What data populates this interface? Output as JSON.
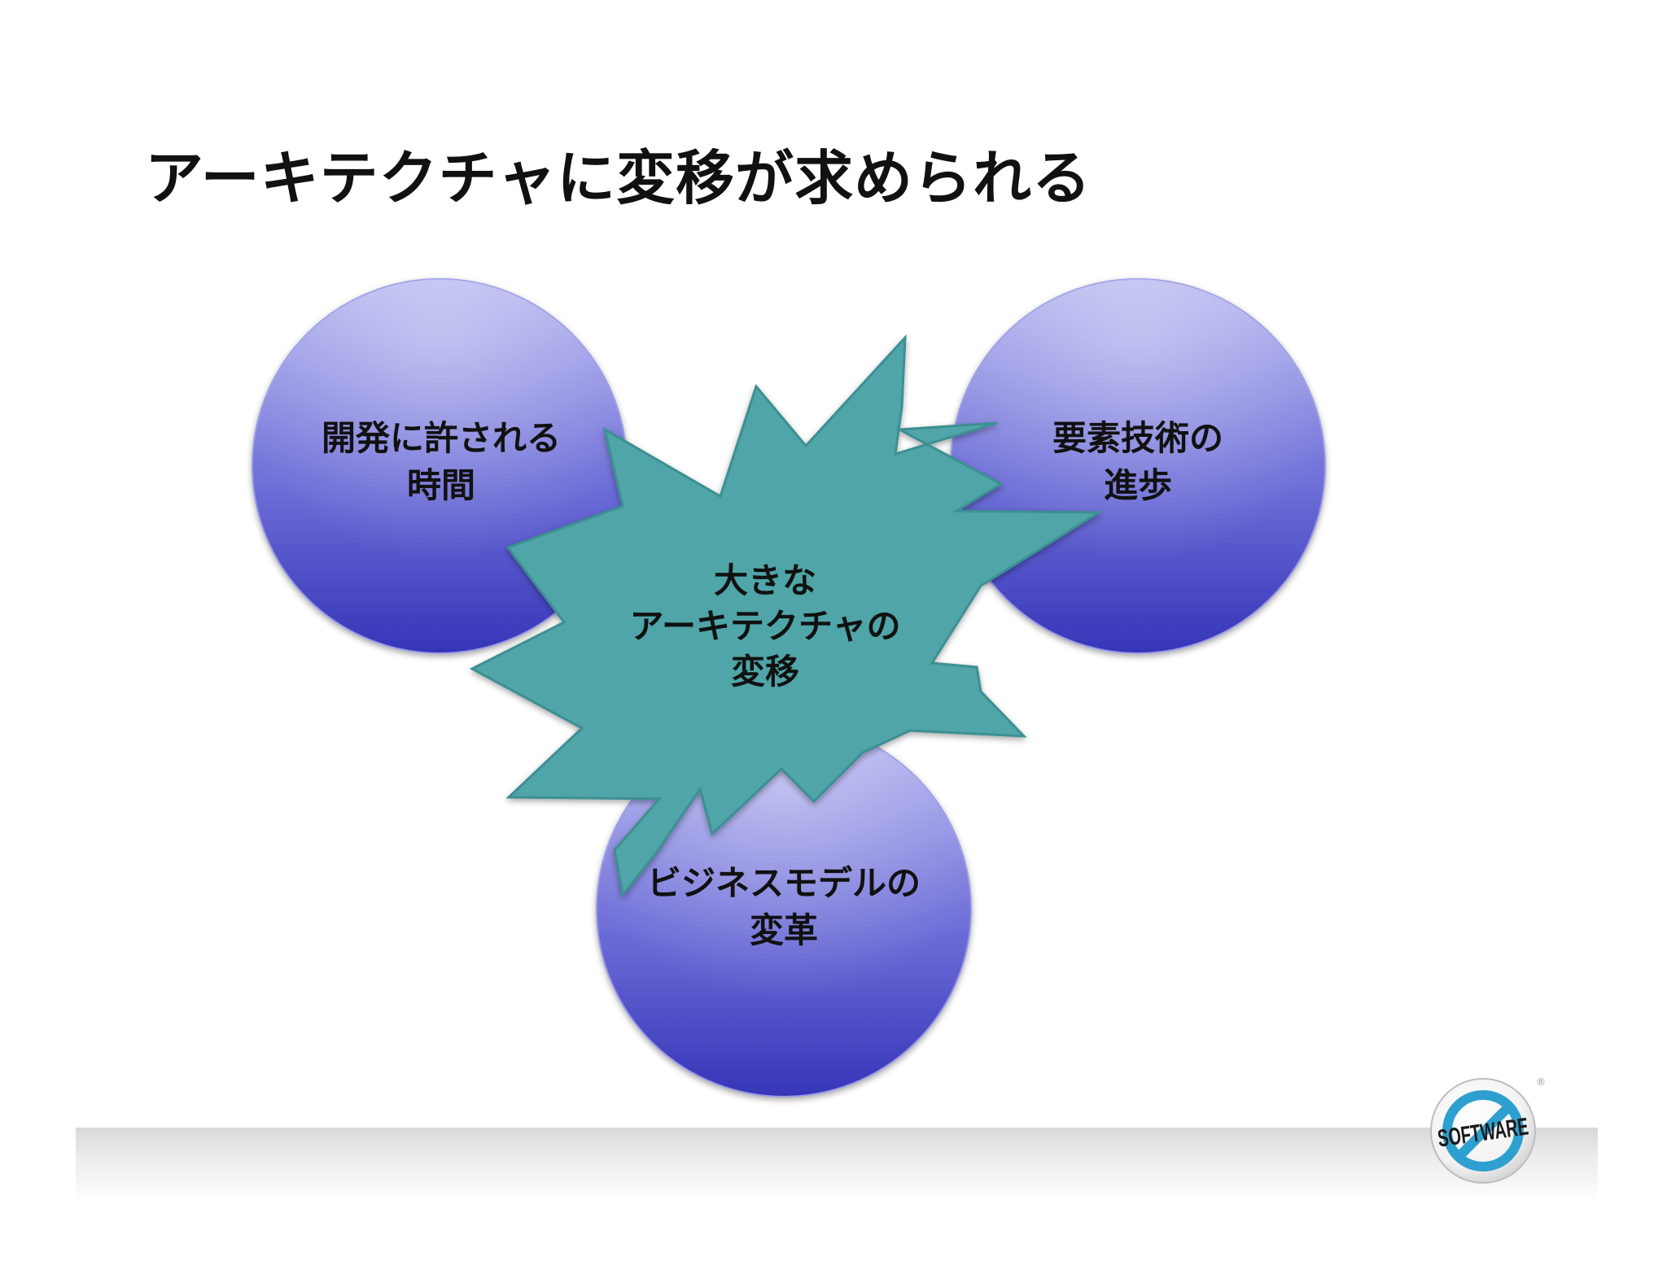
{
  "slide": {
    "title": "アーキテクチャに変移が求められる"
  },
  "diagram": {
    "nodes": [
      {
        "id": "development-time",
        "lines": [
          "開発に許される",
          "時間"
        ]
      },
      {
        "id": "technology-progress",
        "lines": [
          "要素技術の",
          "進歩"
        ]
      },
      {
        "id": "business-model-change",
        "lines": [
          "ビジネスモデルの",
          "変革"
        ]
      }
    ],
    "center": {
      "id": "architecture-shift",
      "lines": [
        "大きな",
        "アーキテクチャの",
        "変移"
      ]
    }
  },
  "logo": {
    "text": "SOFTWARE",
    "mark": "®"
  },
  "colors": {
    "circle_top": "#b4b4f0",
    "circle_bottom": "#3535b8",
    "burst_fill": "#4fa5a8",
    "burst_edge": "#3c8f92",
    "logo_ring": "#2ea0d0"
  }
}
